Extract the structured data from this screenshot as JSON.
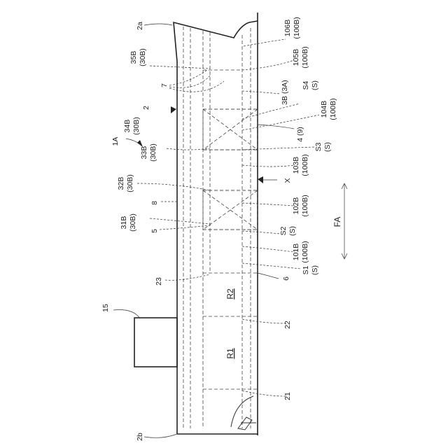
{
  "labels": {
    "l_2a": "2a",
    "l_2b": "2b",
    "l_106B": "106B",
    "l_106B_p": "(100B)",
    "l_105B": "105B",
    "l_105B_p": "(100B)",
    "l_104B": "104B",
    "l_104B_p": "(100B)",
    "l_103B": "103B",
    "l_103B_p": "(100B)",
    "l_102B": "102B",
    "l_102B_p": "(100B)",
    "l_101B": "101B",
    "l_101B_p": "(100B)",
    "l_35B": "35B",
    "l_35B_p": "(30B)",
    "l_34B": "34B",
    "l_34B_p": "(30B)",
    "l_33B": "33B",
    "l_33B_p": "(30B)",
    "l_32B": "32B",
    "l_32B_p": "(30B)",
    "l_31B": "31B",
    "l_31B_p": "(30B)",
    "l_S4": "S4",
    "l_S4_p": "(S)",
    "l_S3": "S3",
    "l_S3_p": "(S)",
    "l_S2": "S2",
    "l_S2_p": "(S)",
    "l_S1": "S1",
    "l_S1_p": "(S)",
    "l_3B": "3B (3A)",
    "l_4": "4 (9)",
    "l_X": "X",
    "l_FA": "FA",
    "l_1A": "1A",
    "l_2": "2",
    "l_7": "7",
    "l_8": "8",
    "l_5": "5",
    "l_6": "6",
    "l_23": "23",
    "l_22": "22",
    "l_21": "21",
    "l_15": "15",
    "l_R2": "R2",
    "l_R1": "R1"
  }
}
